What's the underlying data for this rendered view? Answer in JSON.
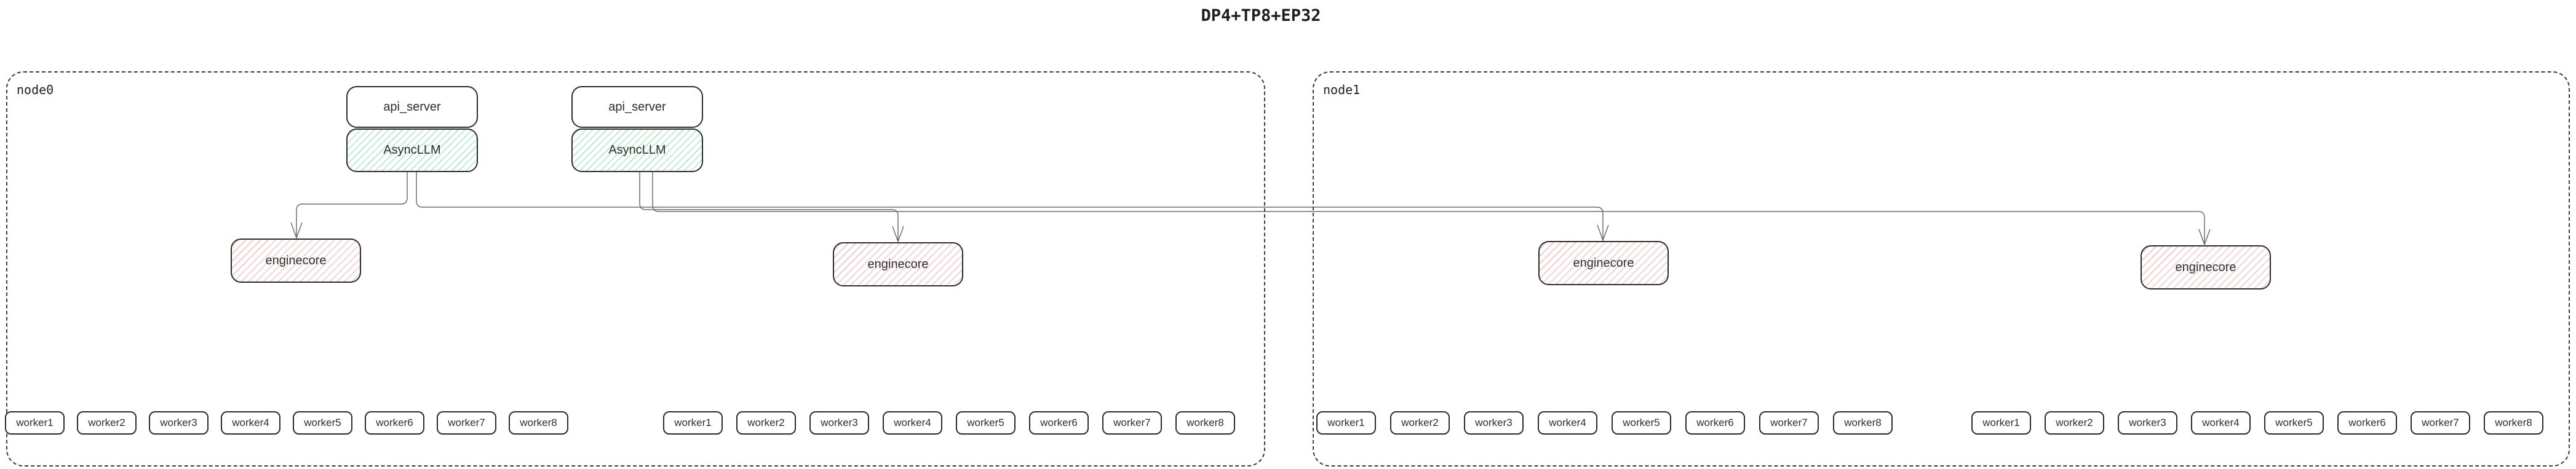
{
  "title": "DP4+TP8+EP32",
  "colors": {
    "green_hatch": "#6bd696",
    "red_hatch": "#e28080",
    "box_border": "#2b2b2b",
    "node_border": "#3c3c3c",
    "edge": "#6f6f6f",
    "background": "#ffffff"
  },
  "nodes": [
    {
      "label": "node0",
      "api_servers": [
        "api_server",
        "api_server"
      ],
      "asyncllms": [
        "AsyncLLM",
        "AsyncLLM"
      ],
      "enginecores": [
        "enginecore",
        "enginecore"
      ],
      "worker_groups": [
        [
          "worker1",
          "worker2",
          "worker3",
          "worker4",
          "worker5",
          "worker6",
          "worker7",
          "worker8"
        ],
        [
          "worker1",
          "worker2",
          "worker3",
          "worker4",
          "worker5",
          "worker6",
          "worker7",
          "worker8"
        ]
      ]
    },
    {
      "label": "node1",
      "api_servers": [],
      "asyncllms": [],
      "enginecores": [
        "enginecore",
        "enginecore"
      ],
      "worker_groups": [
        [
          "worker1",
          "worker2",
          "worker3",
          "worker4",
          "worker5",
          "worker6",
          "worker7",
          "worker8"
        ],
        [
          "worker1",
          "worker2",
          "worker3",
          "worker4",
          "worker5",
          "worker6",
          "worker7",
          "worker8"
        ]
      ]
    }
  ]
}
